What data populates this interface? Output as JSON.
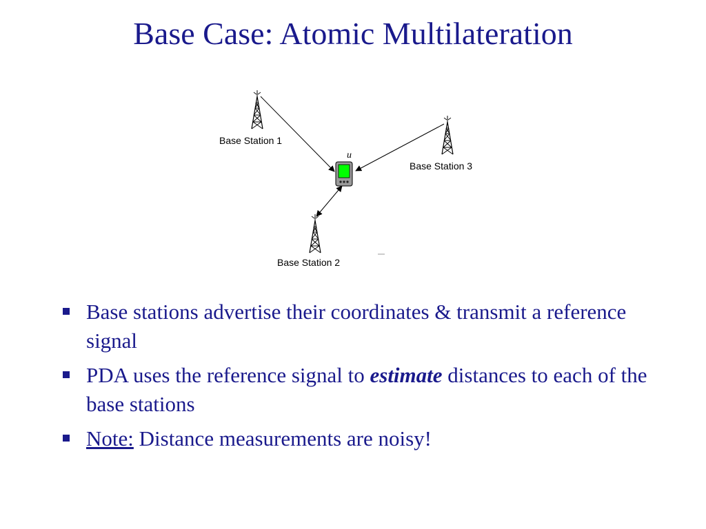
{
  "title": "Base Case: Atomic Multilateration",
  "diagram": {
    "station1_label": "Base Station 1",
    "station2_label": "Base Station 2",
    "station3_label": "Base Station 3",
    "device_label": "u",
    "device_screen_color": "#00ff00",
    "icons": [
      "tower-icon",
      "pda-icon"
    ]
  },
  "bullets": {
    "b1": "Base stations advertise their coordinates & transmit a reference signal",
    "b2_pre": "PDA uses the reference signal to ",
    "b2_emph": "estimate",
    "b2_post": " distances to each of the base stations",
    "b3_note": "Note:",
    "b3_post": " Distance measurements are noisy!"
  },
  "colors": {
    "text": "#1a1a8c",
    "screen": "#00ff00"
  }
}
